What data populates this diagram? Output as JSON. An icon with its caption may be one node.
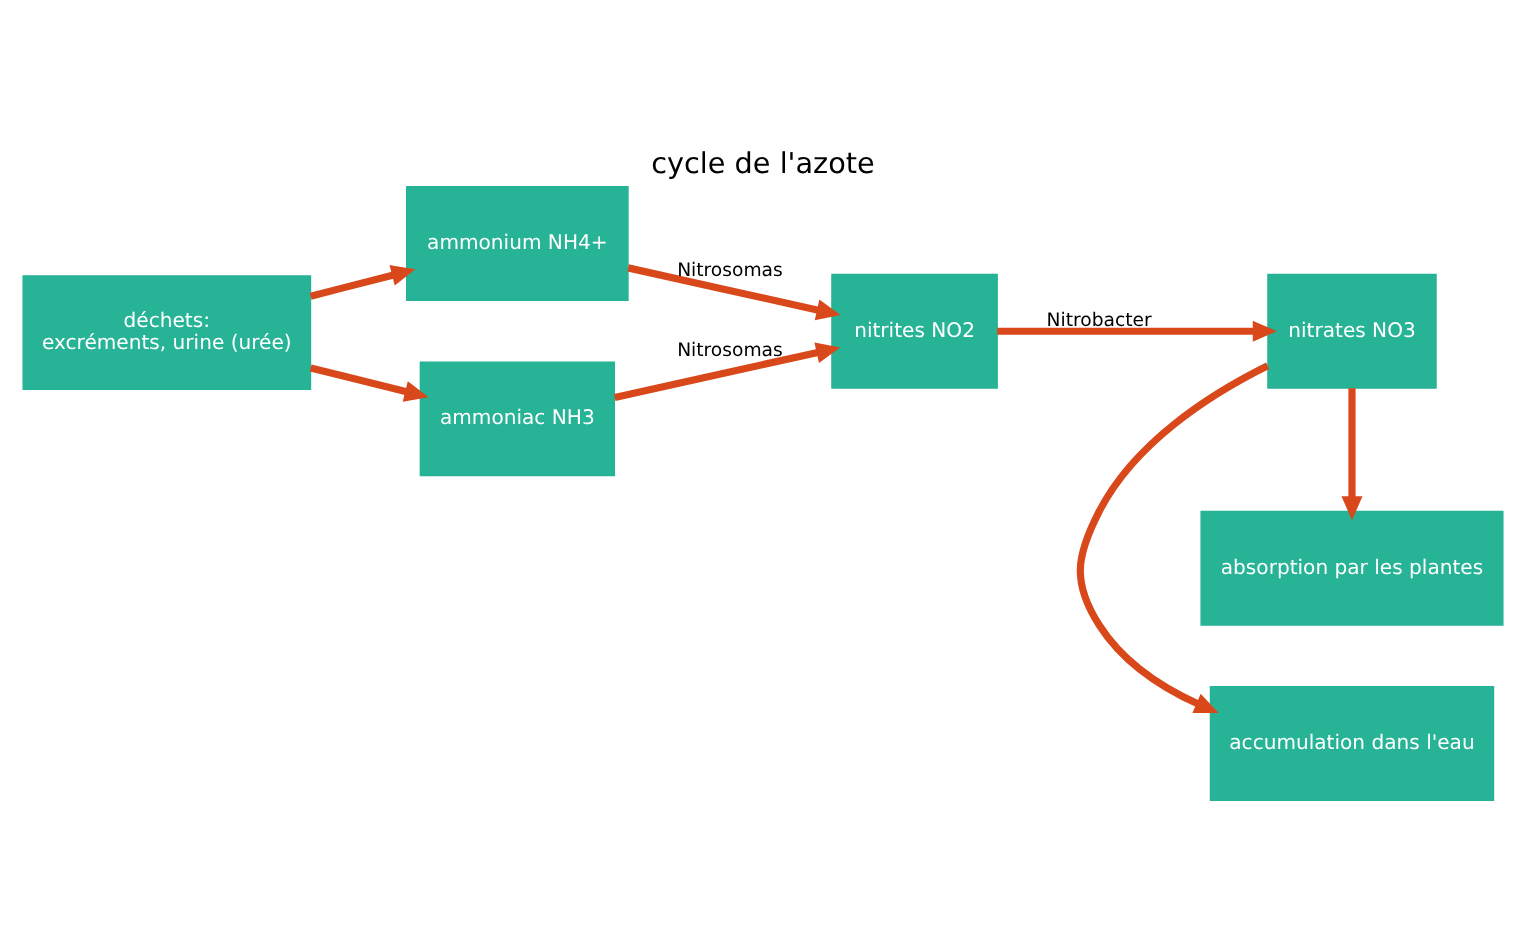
{
  "diagram": {
    "title": "cycle de l'azote",
    "nodes": [
      {
        "text": [
          "déchets:",
          "excréments, urine (urée)"
        ]
      },
      {
        "text": [
          "ammonium NH4+"
        ]
      },
      {
        "text": [
          "ammoniac NH3"
        ]
      },
      {
        "text": [
          "nitrites NO2"
        ]
      },
      {
        "text": [
          "nitrates NO3"
        ]
      },
      {
        "text": [
          "accumulation dans l'eau"
        ]
      },
      {
        "text": [
          "absorption par les plantes"
        ]
      }
    ],
    "edges": [
      {
        "from": 0,
        "to": 1,
        "arrow": "to"
      },
      {
        "from": 0,
        "to": 2,
        "arrow": "to"
      },
      {
        "from": 1,
        "to": 3,
        "arrow": "to",
        "label": "Nitrosomas"
      },
      {
        "from": 2,
        "to": 3,
        "arrow": "to",
        "label": "Nitrosomas"
      },
      {
        "from": 3,
        "to": 4,
        "arrow": "to",
        "label": "Nitrobacter"
      },
      {
        "from": 4,
        "to": 5,
        "arrow": "to"
      },
      {
        "from": 4,
        "to": 6,
        "arrow": "to"
      }
    ]
  }
}
